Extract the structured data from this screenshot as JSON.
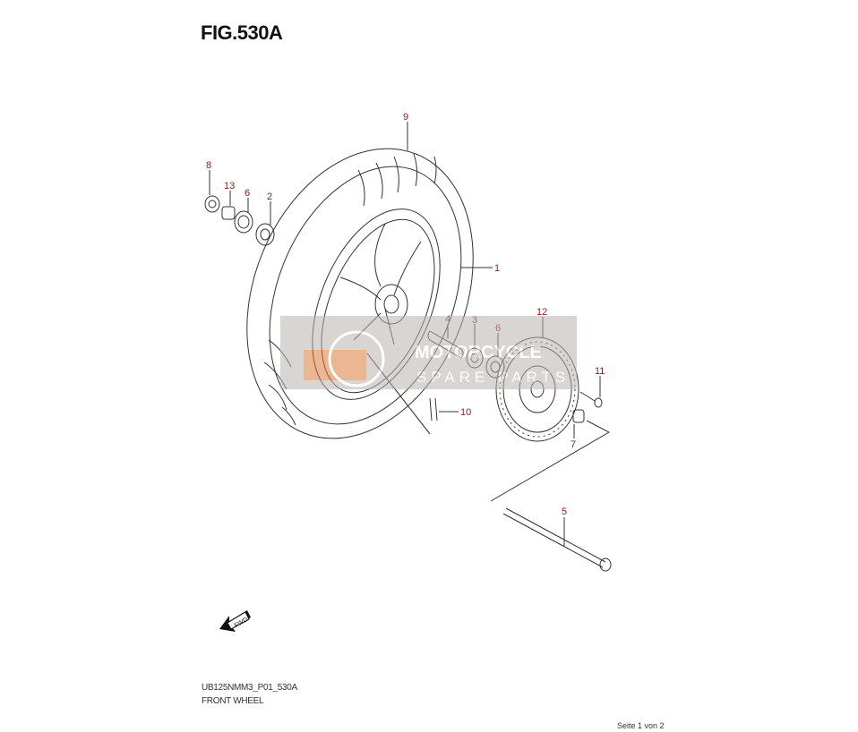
{
  "figure": {
    "title": "FIG.530A"
  },
  "callouts": {
    "c1": "1",
    "c2": "2",
    "c3": "3",
    "c4": "4",
    "c5": "5",
    "c6a": "6",
    "c6b": "6",
    "c7": "7",
    "c8": "8",
    "c9": "9",
    "c10": "10",
    "c11": "11",
    "c12": "12",
    "c13": "13"
  },
  "fwd_badge": "FWD",
  "watermark": {
    "line1": "MOTORCYCLE",
    "line2": "SPARE PARTS"
  },
  "footer": {
    "code": "UB125NMM3_P01_530A",
    "name": "FRONT WHEEL",
    "page": "Seite 1 von 2"
  },
  "colors": {
    "callout": "#8a1c1c",
    "line": "#333333"
  }
}
